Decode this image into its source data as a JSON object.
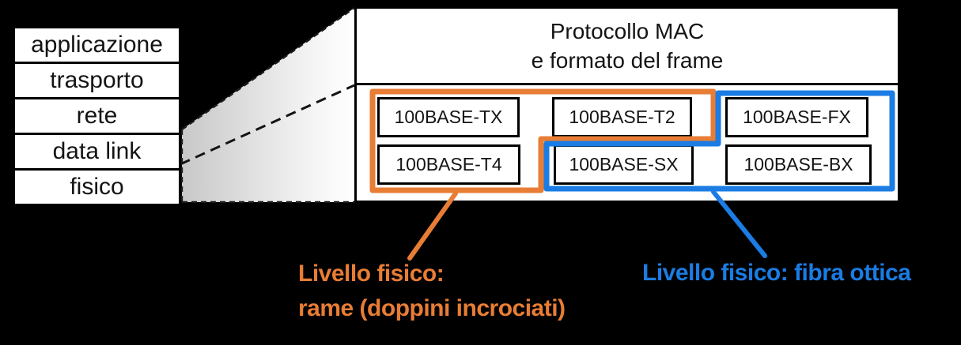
{
  "canvas": {
    "background": "#000000"
  },
  "stack": {
    "items": [
      {
        "label": "applicazione"
      },
      {
        "label": "trasporto"
      },
      {
        "label": "rete"
      },
      {
        "label": "data link"
      },
      {
        "label": "fisico"
      }
    ]
  },
  "mac_panel": {
    "title_line1": "Protocollo MAC",
    "title_line2": "e formato del frame"
  },
  "standards": {
    "tx": "100BASE-TX",
    "t2": "100BASE-T2",
    "fx": "100BASE-FX",
    "t4": "100BASE-T4",
    "sx": "100BASE-SX",
    "bx": "100BASE-BX"
  },
  "annotations": {
    "copper": {
      "line1": "Livello fisico:",
      "line2": "rame (doppini incrociati)"
    },
    "fiber": {
      "label": "Livello fisico: fibra ottica"
    }
  },
  "colors": {
    "copper": "#E87D35",
    "fiber": "#1B7CE3",
    "zoom_gradient_start": "#C8C8C8",
    "zoom_gradient_end": "#FFFFFF",
    "line_black": "#141414"
  }
}
